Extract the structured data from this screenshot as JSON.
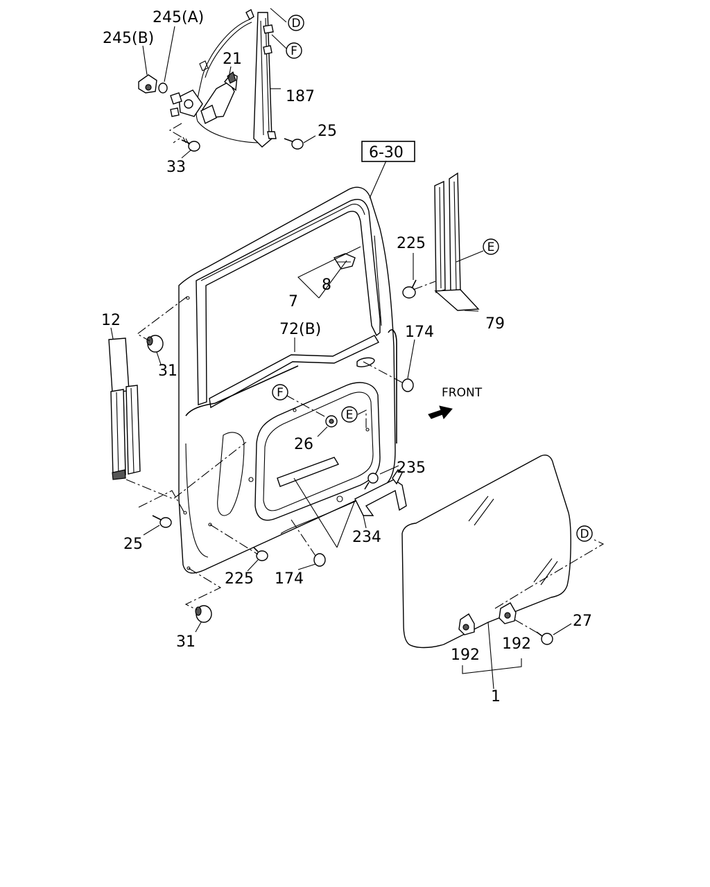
{
  "labels": {
    "l245a": "245(A)",
    "l245b": "245(B)",
    "l21": "21",
    "l187": "187",
    "l25_top": "25",
    "l33": "33",
    "l630": "6-30",
    "l225_top": "225",
    "l79": "79",
    "l8": "8",
    "l7": "7",
    "l72b": "72(B)",
    "l174_top": "174",
    "l12": "12",
    "l31_top": "31",
    "l26": "26",
    "l235": "235",
    "l234": "234",
    "l25_mid": "25",
    "l225_bot": "225",
    "l174_bot": "174",
    "l31_bot": "31",
    "l27": "27",
    "l192a": "192",
    "l192b": "192",
    "l1": "1",
    "front": "FRONT"
  },
  "callouts": {
    "d_top": "D",
    "f_top": "F",
    "e_right": "E",
    "f_mid": "F",
    "e_mid": "E",
    "d_glass": "D"
  }
}
